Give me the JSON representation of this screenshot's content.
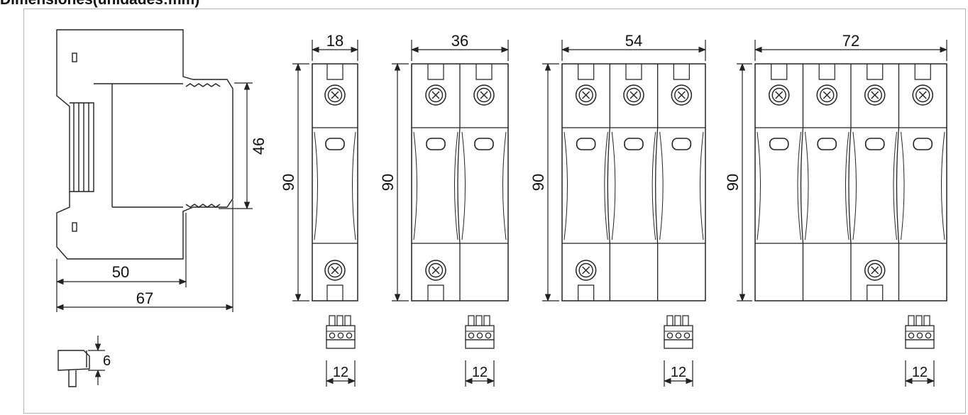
{
  "title": "Dimensiones(unidades:mm)",
  "side_view": {
    "height_label": "46",
    "inner_width_label": "50",
    "total_width_label": "67",
    "key_label": "6"
  },
  "modules": [
    {
      "width_label": "18",
      "height_label": "90",
      "connector_label": "12"
    },
    {
      "width_label": "36",
      "height_label": "90",
      "connector_label": "12"
    },
    {
      "width_label": "54",
      "height_label": "90",
      "connector_label": "12"
    },
    {
      "width_label": "72",
      "height_label": "90",
      "connector_label": "12"
    }
  ],
  "colors": {
    "line": "#222222",
    "fill": "#ffffff",
    "body_fill": "#f2f2f2",
    "frame": "#b5b5b5"
  }
}
